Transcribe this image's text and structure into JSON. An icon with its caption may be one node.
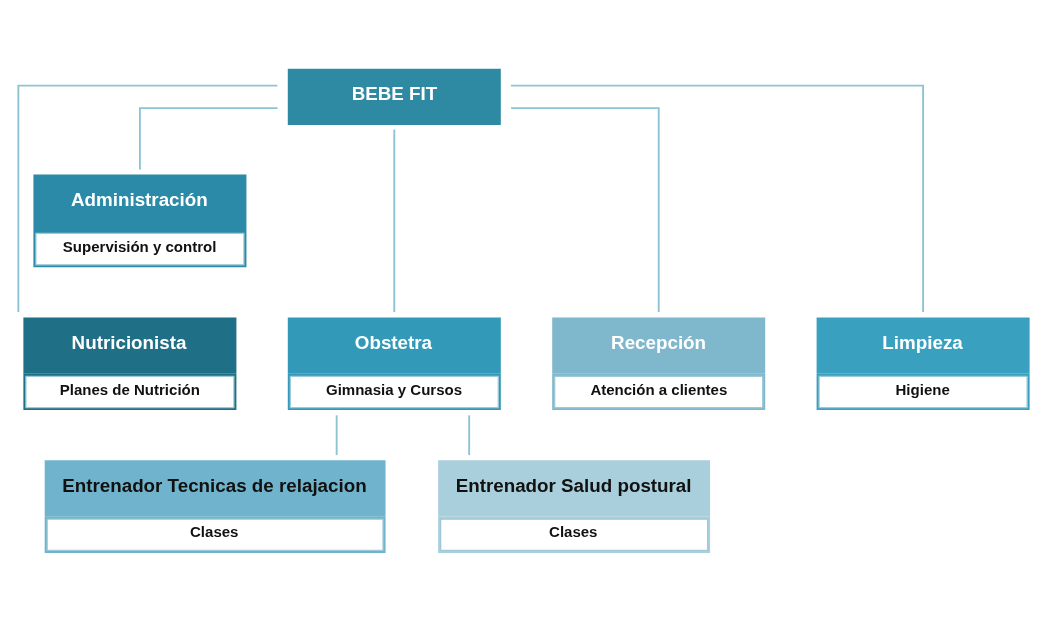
{
  "diagram": {
    "nodes": [
      {
        "text": [
          "BEBE FIT"
        ]
      },
      {
        "text": [
          "Administración",
          "Supervisión y control"
        ]
      },
      {
        "text": [
          "Nutricionista",
          "Planes de Nutrición"
        ]
      },
      {
        "text": [
          "Obstetra",
          "Gimnasia y Cursos"
        ]
      },
      {
        "text": [
          "Recepción",
          "Atención a clientes"
        ]
      },
      {
        "text": [
          "Limpieza",
          "Higiene"
        ]
      },
      {
        "text": [
          "Entrenador Tecnicas de relajacion",
          "Clases"
        ]
      },
      {
        "text": [
          "Entrenador Salud postural",
          "Clases"
        ]
      }
    ],
    "edges": [
      {
        "from": 0,
        "to": 1,
        "arrow": "none"
      },
      {
        "from": 0,
        "to": 2,
        "arrow": "none"
      },
      {
        "from": 0,
        "to": 3,
        "arrow": "none"
      },
      {
        "from": 0,
        "to": 4,
        "arrow": "none"
      },
      {
        "from": 0,
        "to": 5,
        "arrow": "none"
      },
      {
        "from": 3,
        "to": 6,
        "arrow": "none"
      },
      {
        "from": 3,
        "to": 7,
        "arrow": "none"
      }
    ]
  }
}
